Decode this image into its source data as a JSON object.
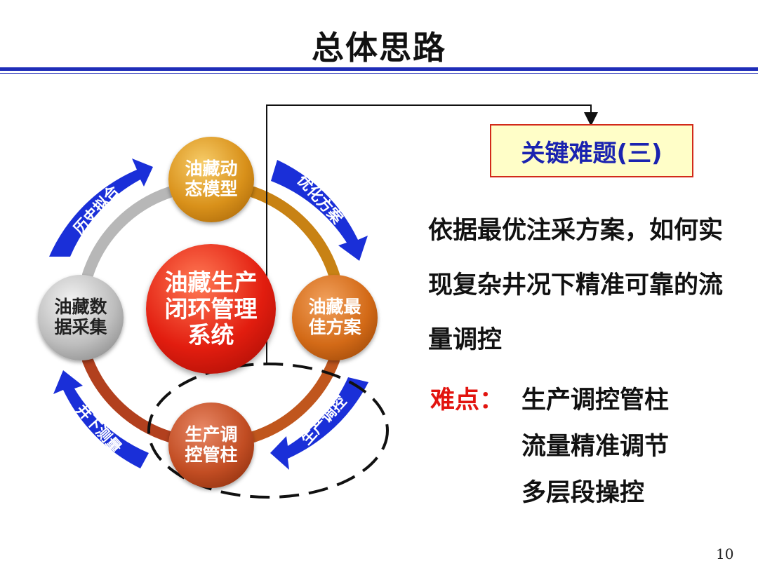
{
  "title": "总体思路",
  "diagram": {
    "center": "油藏生产\n闭环管理\n系统",
    "nodes": {
      "reservoir_model": "油藏动\n态模型",
      "optimal_plan": "油藏最\n佳方案",
      "production_string": "生产调\n控管柱",
      "data_collection": "油藏数\n据采集"
    },
    "arrows": {
      "history_matching": "历史拟合",
      "optimize_plan": "优化方案",
      "production_control": "生产调控",
      "downhole_measure": "井下测量"
    }
  },
  "key_problem": {
    "label": "关键难题(三)",
    "description": "依据最优注采方案，如何实现复杂井况下精准可靠的流量调控"
  },
  "difficulty": {
    "label": "难点：",
    "items": [
      "生产调控管柱",
      "流量精准调节",
      "多层段操控"
    ]
  },
  "page_number": "10",
  "colors": {
    "title_rule": "#1f2db8",
    "arrow_blue": "#1a2fd8",
    "box_border": "#d22a1a",
    "box_fill": "#fffec8",
    "difficulty_red": "#e2140f",
    "key_text_blue": "#1a23b0"
  }
}
